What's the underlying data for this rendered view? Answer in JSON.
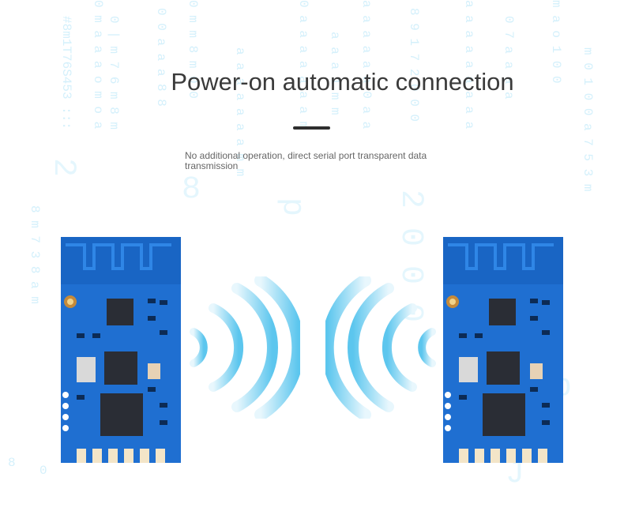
{
  "title": "Power-on automatic connection",
  "subtitle": "No additional operation, direct serial port transparent data transmission",
  "colors": {
    "pcb_blue": "#1f6fd1",
    "pcb_dark": "#1659b3",
    "wave_cyan": "#7fd3f2",
    "matrix_text": "#cfeefb",
    "title_text": "#3a3a3a"
  },
  "icons": [
    "wireless-module-left",
    "wireless-module-right",
    "signal-waves-left",
    "signal-waves-right"
  ]
}
